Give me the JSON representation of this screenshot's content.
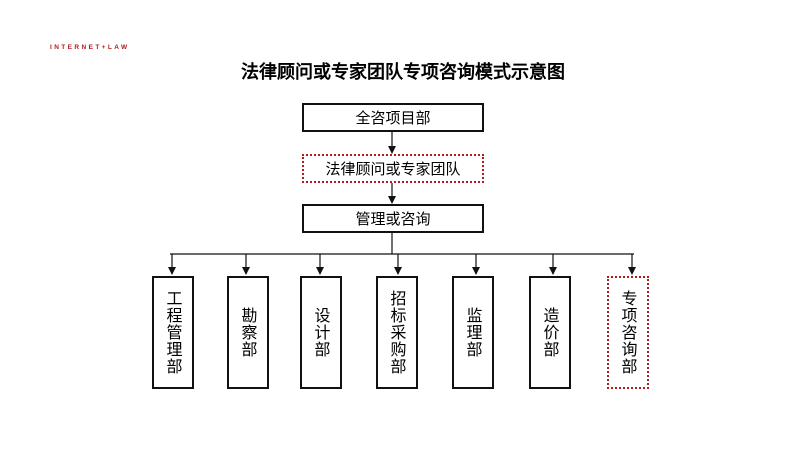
{
  "brand": "INTERNET+LAW",
  "title": "法律顾问或专家团队专项咨询模式示意图",
  "nodes": {
    "top": "全咨项目部",
    "expert_team": "法律顾问或专家团队",
    "management": "管理或咨询"
  },
  "departments": [
    "工程管理部",
    "勘察部",
    "设计部",
    "招标采购部",
    "监理部",
    "造价部",
    "专项咨询部"
  ],
  "colors": {
    "accent": "#b3191d",
    "line": "#111111"
  }
}
